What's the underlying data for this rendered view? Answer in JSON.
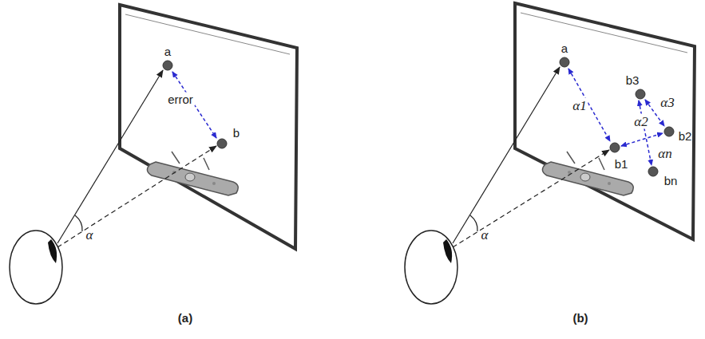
{
  "diagram": {
    "labels": [
      "a",
      "error",
      "b",
      "α",
      "(a)",
      "a",
      "α1",
      "b3",
      "α3",
      "α2",
      "b1",
      "b2",
      "αn",
      "bn",
      "α",
      "(b)"
    ]
  }
}
